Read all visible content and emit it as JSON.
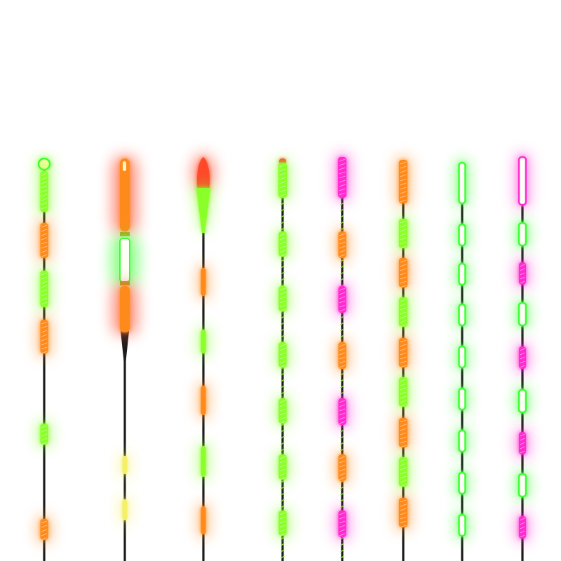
{
  "colors": {
    "background": "#ffffff",
    "stem": "#1c1c1c",
    "green": "#8aff2a",
    "green_bright": "#39ff2e",
    "orange": "#ff8a1e",
    "red_orange": "#ff4a2a",
    "magenta": "#ff2ad0",
    "yellow": "#f4f06a",
    "white_core": "#fbfff5",
    "gold_band": "#b8a22e"
  },
  "floats": [
    {
      "id": "float-1",
      "tip": "round-green-ball",
      "segment_pattern": [
        "green",
        "orange",
        "green",
        "orange",
        "green",
        "orange"
      ],
      "stem_style": "plain"
    },
    {
      "id": "float-2",
      "tip": "long-glow-capsule",
      "capsule_colors": [
        "orange",
        "white-green",
        "orange"
      ],
      "lower_segment_pattern": [
        "yellow",
        "yellow"
      ],
      "stem_style": "plain"
    },
    {
      "id": "float-3",
      "tip": "red-drop-over-green-cone",
      "segment_pattern": [
        "orange",
        "green",
        "orange",
        "green",
        "orange"
      ],
      "stem_style": "plain"
    },
    {
      "id": "float-4",
      "tip": "green-with-red-cap",
      "segment_pattern": [
        "green",
        "green",
        "green",
        "green",
        "green",
        "green",
        "green"
      ],
      "stem_style": "spiral-green"
    },
    {
      "id": "float-5",
      "tip": "magenta",
      "segment_pattern": [
        "orange",
        "magenta",
        "orange",
        "magenta",
        "orange",
        "magenta"
      ],
      "stem_style": "spiral-green"
    },
    {
      "id": "float-6",
      "tip": "orange",
      "segment_pattern": [
        "green",
        "orange",
        "green",
        "orange",
        "green",
        "orange",
        "green",
        "orange"
      ],
      "stem_style": "plain"
    },
    {
      "id": "float-7",
      "tip": "green-outline",
      "segment_pattern": [
        "green",
        "green",
        "green",
        "green",
        "green",
        "green",
        "green",
        "green"
      ],
      "stem_style": "plain"
    },
    {
      "id": "float-8",
      "tip": "magenta-outline",
      "segment_pattern": [
        "green",
        "magenta",
        "green",
        "magenta",
        "green",
        "magenta",
        "green",
        "magenta"
      ],
      "stem_style": "plain"
    }
  ]
}
